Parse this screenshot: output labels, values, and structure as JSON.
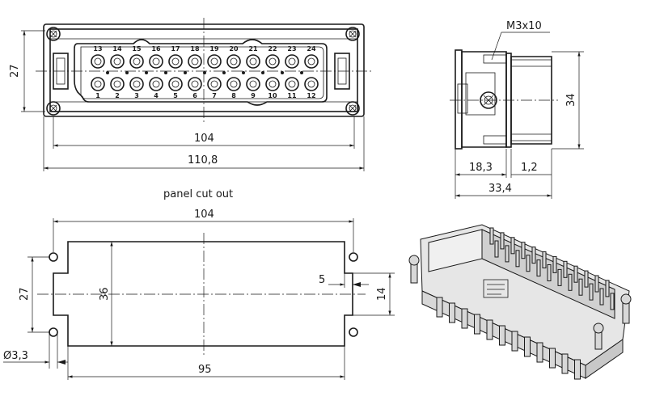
{
  "dimensions": {
    "front_height": "27",
    "front_inner_width": "104",
    "front_outer_width": "110,8",
    "screw_label": "M3x10",
    "side_height": "34",
    "side_depth_a": "18,3",
    "side_depth_b": "1,2",
    "side_total": "33,4",
    "cutout_title": "panel cut out",
    "cutout_width": "104",
    "cutout_hole_spacing": "27",
    "cutout_height": "36",
    "cutout_notch": "5",
    "cutout_notch_height": "14",
    "cutout_hole_diameter": "Ø3,3",
    "cutout_inner_width": "95"
  },
  "pins": {
    "top_row": [
      "13",
      "14",
      "15",
      "16",
      "17",
      "18",
      "19",
      "20",
      "21",
      "22",
      "23",
      "24"
    ],
    "bottom_row": [
      "1",
      "2",
      "3",
      "4",
      "5",
      "6",
      "7",
      "8",
      "9",
      "10",
      "11",
      "12"
    ]
  }
}
